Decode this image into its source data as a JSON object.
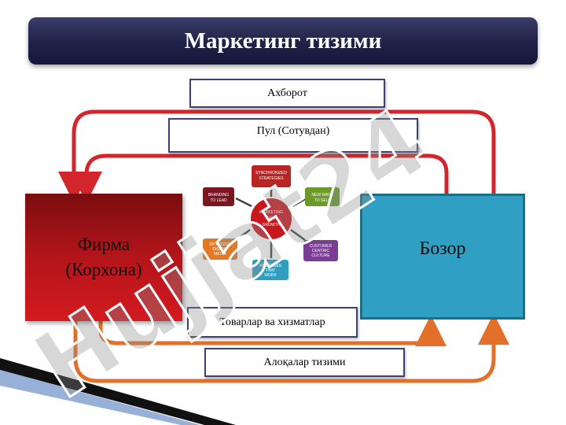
{
  "title": "Маркетинг тизими",
  "labels": {
    "info": "Ахборот",
    "money": "Пул  (Сотувдан)",
    "goods": "Товарлар ва хизматлар",
    "communications": "Алоқалар  тизими"
  },
  "firm": {
    "line1": "Фирма",
    "line2": "(Корхона)"
  },
  "market": "Бозор",
  "diagram": {
    "center": [
      "MARKETING",
      "FOR",
      "GROWTH"
    ],
    "nodes": [
      [
        "SYNCHRONIZED",
        "STRATEGIES"
      ],
      [
        "NEW WAYS",
        "TO SELL"
      ],
      [
        "CUSTOMER",
        "CENTRIC",
        "CULTURE"
      ],
      [
        "MESSAGES",
        "THAT",
        "WORK"
      ],
      [
        "OPTIMIZED",
        "DIGITAL",
        "MEDIA"
      ],
      [
        "BRANDING",
        "TO LEAD"
      ]
    ]
  },
  "watermark": "Hujjat24",
  "colors": {
    "red_arrow": "#d3262c",
    "orange_arrow": "#e2702a",
    "title_bg": "#1f2147",
    "market": "#2fa0c3",
    "firm": "#b3151a"
  }
}
